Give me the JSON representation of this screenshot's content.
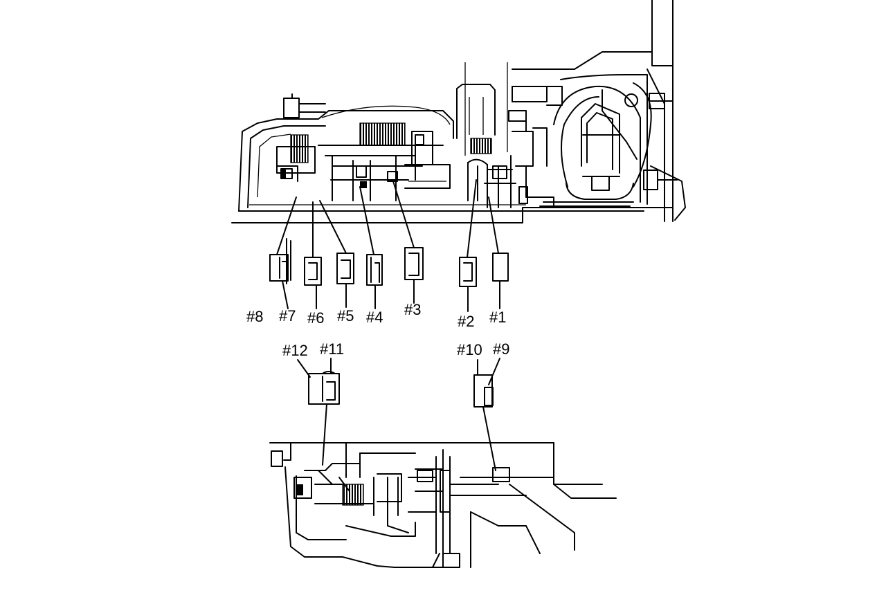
{
  "diagram": {
    "labels": {
      "l1": "#1",
      "l2": "#2",
      "l3": "#3",
      "l4": "#4",
      "l5": "#5",
      "l6": "#6",
      "l7": "#7",
      "l8": "#8",
      "l9": "#9",
      "l10": "#10",
      "l11": "#11",
      "l12": "#12"
    }
  }
}
